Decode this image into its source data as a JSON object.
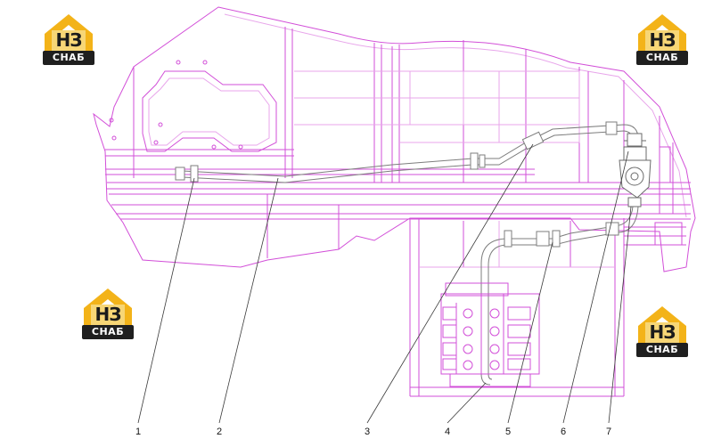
{
  "palette": {
    "frame": "#d24fd8",
    "frame_light": "#e8a6eb",
    "hose": "#7d7d7d",
    "valve": "#d24fd8",
    "leader": "#3a3a3a",
    "logo_gold": "#f3b319",
    "logo_dark": "#1f1f1f"
  },
  "watermark": {
    "mark": "НЗ",
    "word": "СНАБ"
  },
  "callouts": [
    "1",
    "2",
    "3",
    "4",
    "5",
    "6",
    "7"
  ]
}
